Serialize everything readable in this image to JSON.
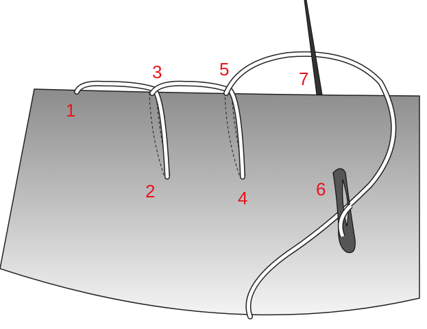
{
  "diagram": {
    "colors": {
      "label": "#e8141c",
      "fabric_top": "#8c8c8c",
      "fabric_bottom": "#f4f4f4",
      "thread": "#ffffff",
      "needle": "#333333"
    },
    "labels": [
      "1",
      "2",
      "3",
      "4",
      "5",
      "6",
      "7"
    ]
  }
}
